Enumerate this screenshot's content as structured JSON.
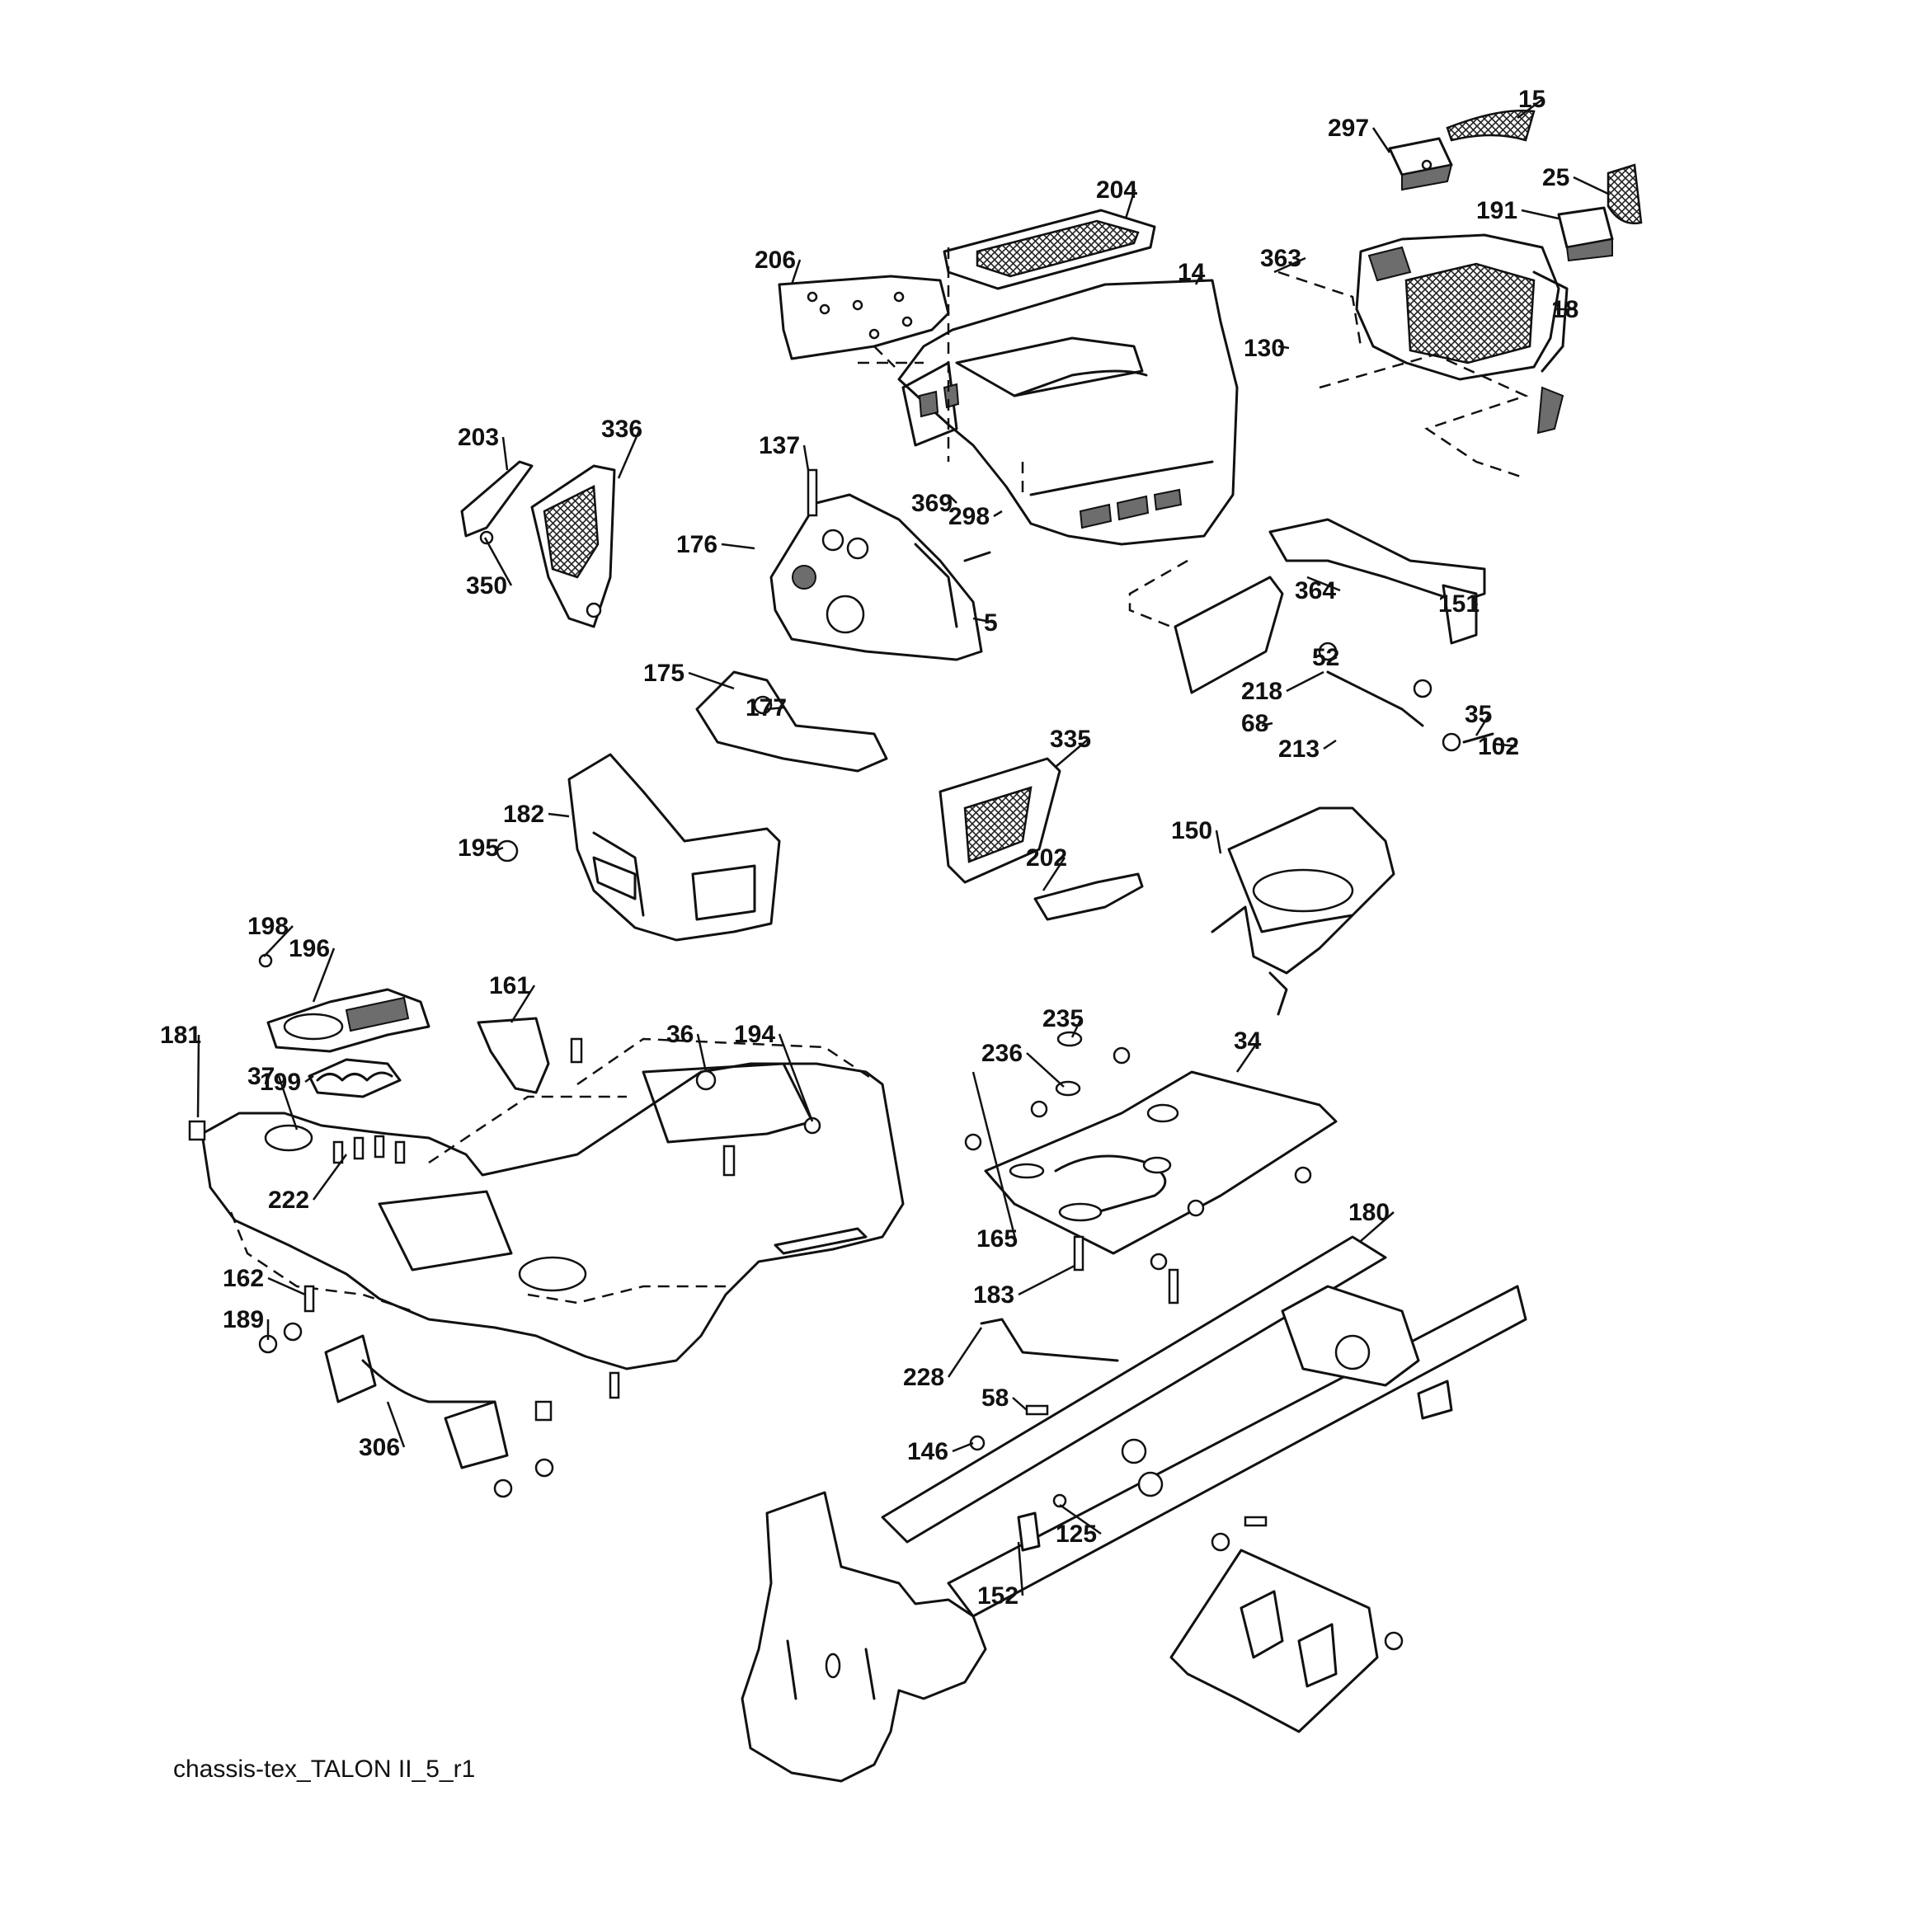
{
  "diagram": {
    "caption": "chassis-tex_TALON II_5_r1",
    "callouts": [
      "15",
      "297",
      "25",
      "204",
      "191",
      "206",
      "14",
      "363",
      "18",
      "130",
      "336",
      "203",
      "137",
      "176",
      "298",
      "369",
      "350",
      "5",
      "364",
      "151",
      "52",
      "175",
      "177",
      "218",
      "35",
      "68",
      "213",
      "102",
      "335",
      "182",
      "195",
      "150",
      "202",
      "198",
      "196",
      "161",
      "36",
      "194",
      "235",
      "181",
      "236",
      "34",
      "199",
      "37",
      "222",
      "180",
      "162",
      "189",
      "183",
      "165",
      "228",
      "58",
      "306",
      "146",
      "125",
      "152"
    ]
  }
}
